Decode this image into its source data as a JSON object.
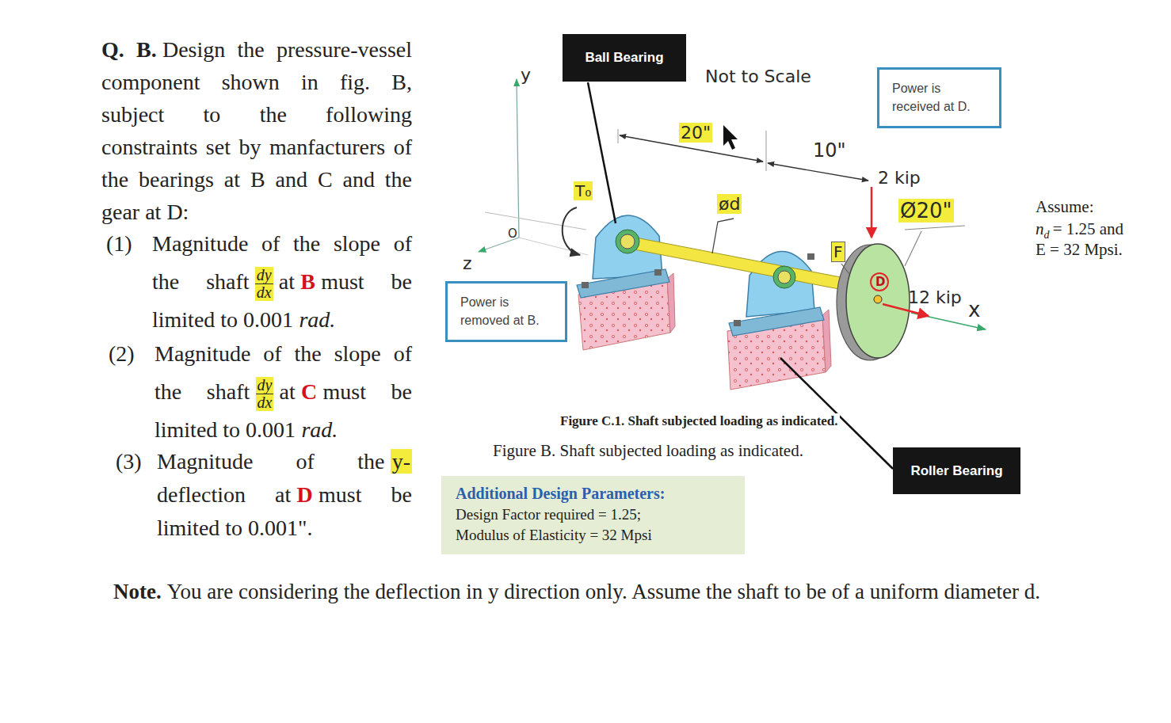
{
  "diagram": {
    "caption": "Figure B. Shaft subjected loading as indicated.",
    "nodes": [
      {
        "text": [
          "Ball Bearing"
        ]
      },
      {
        "text": [
          "Power is received at D."
        ]
      },
      {
        "text": [
          "Power is removed at B."
        ]
      },
      {
        "text": [
          "Roller Bearing"
        ]
      },
      {
        "text": [
          "Additional Design Parameters:",
          "Design Factor required = 1.25;",
          "Modulus of Elasticity = 32 Mpsi"
        ]
      }
    ],
    "labels": [
      "Q. B.",
      "Design the pressure-vessel component shown in fig. B, subject to the following constraints set by manfacturers of the bearings at B and C and the gear at D:",
      "(1)",
      "Magnitude of the slope of the shaft",
      "dy",
      "dx",
      "at",
      "B",
      "must be limited to 0.001",
      "rad.",
      "(2)",
      "Magnitude of the slope of the shaft",
      "dy",
      "dx",
      "at",
      "C",
      "must be limited to 0.001",
      "rad.",
      "(3)",
      "Magnitude of the",
      "y-",
      "deflection at",
      "D",
      "must be limited to 0.001\".",
      "Not to Scale",
      "y",
      "z",
      "O",
      "T₀",
      "20\"",
      "10\"",
      "ød",
      "2 kip",
      "Ø20\"",
      "F",
      "D",
      "12 kip",
      "x",
      "Figure C.1. Shaft subjected loading as indicated.",
      "Assume:",
      "n",
      "d",
      "= 1.25 and",
      "E = 32 Mpsi.",
      "Note.",
      "You are considering the deflection in y direction only. Assume the shaft to be of a uniform diameter d."
    ]
  }
}
